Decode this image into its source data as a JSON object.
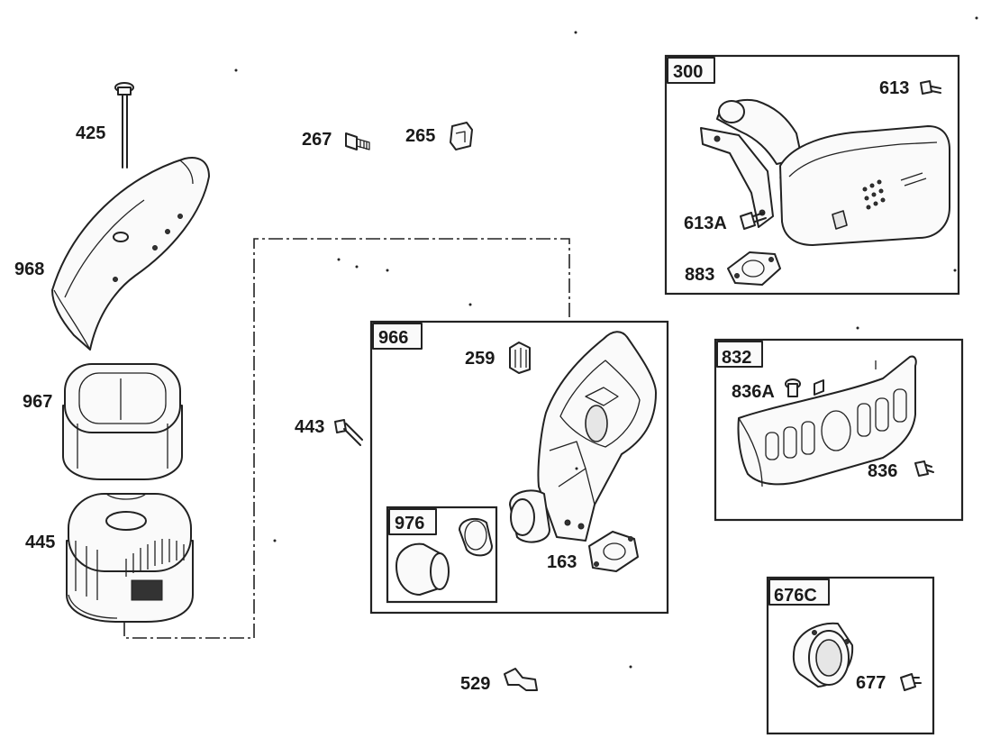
{
  "diagram": {
    "labels": {
      "p425": "425",
      "p267": "267",
      "p265": "265",
      "p968": "968",
      "p967": "967",
      "p445": "445",
      "p443": "443",
      "p259": "259",
      "p163": "163",
      "p529": "529",
      "p613": "613",
      "p613a": "613A",
      "p883": "883",
      "p836a": "836A",
      "p836": "836",
      "p677": "677"
    },
    "groups": {
      "g300": "300",
      "g966": "966",
      "g976": "976",
      "g832": "832",
      "g676c": "676C"
    }
  }
}
